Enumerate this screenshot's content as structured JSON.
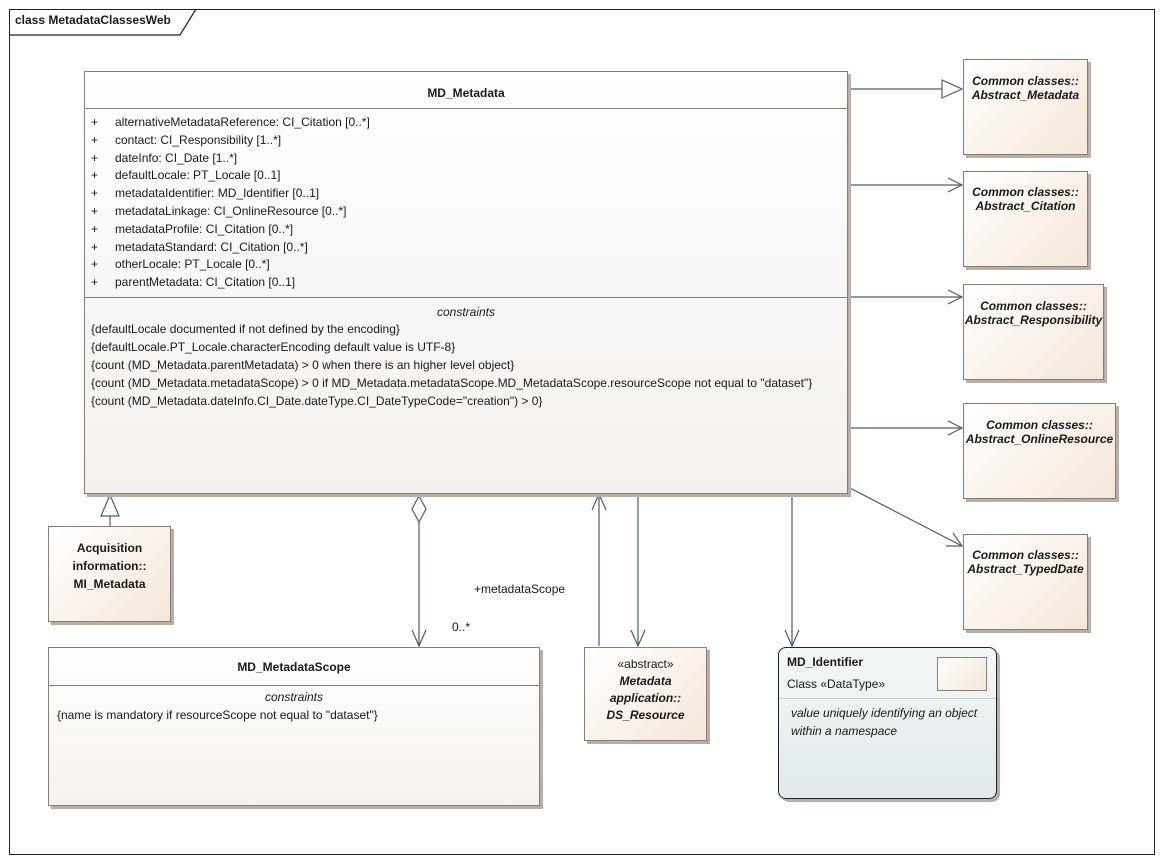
{
  "frame": {
    "label": "class MetadataClassesWeb"
  },
  "md_metadata": {
    "name": "MD_Metadata",
    "attributes": [
      "alternativeMetadataReference: CI_Citation [0..*]",
      "contact: CI_Responsibility [1..*]",
      "dateInfo: CI_Date [1..*]",
      "defaultLocale: PT_Locale [0..1]",
      "metadataIdentifier: MD_Identifier [0..1]",
      "metadataLinkage: CI_OnlineResource [0..*]",
      "metadataProfile: CI_Citation [0..*]",
      "metadataStandard: CI_Citation [0..*]",
      "otherLocale: PT_Locale [0..*]",
      "parentMetadata: CI_Citation [0..1]"
    ],
    "visibility": "+",
    "constraints_heading": "constraints",
    "constraints": [
      "{defaultLocale documented if not defined by the encoding}",
      "{defaultLocale.PT_Locale.characterEncoding default value is UTF-8}",
      "{count (MD_Metadata.parentMetadata) > 0 when there is an higher level object}",
      "{count (MD_Metadata.metadataScope) > 0 if MD_Metadata.metadataScope.MD_MetadataScope.resourceScope not equal to \"dataset\"}",
      "{count (MD_Metadata.dateInfo.CI_Date.dateType.CI_DateTypeCode=\"creation\") > 0}"
    ]
  },
  "common_classes": [
    {
      "line1": "Common classes::",
      "line2": "Abstract_Metadata"
    },
    {
      "line1": "Common classes::",
      "line2": "Abstract_Citation"
    },
    {
      "line1": "Common classes::",
      "line2": "Abstract_Responsibility"
    },
    {
      "line1": "Common classes::",
      "line2": "Abstract_OnlineResource"
    },
    {
      "line1": "Common classes::",
      "line2": "Abstract_TypedDate"
    }
  ],
  "mi_metadata": {
    "line1": "Acquisition",
    "line2": "information::",
    "line3": "MI_Metadata"
  },
  "md_metadatascope": {
    "name": "MD_MetadataScope",
    "constraints_heading": "constraints",
    "constraint": "{name is mandatory if resourceScope not equal to \"dataset\"}"
  },
  "ds_resource": {
    "stereotype": "«abstract»",
    "line1": "Metadata",
    "line2": "application::",
    "line3": "DS_Resource"
  },
  "md_identifier": {
    "name": "MD_Identifier",
    "kind": "Class «DataType»",
    "note_line1": "value uniquely identifying an object",
    "note_line2": "within a namespace"
  },
  "association": {
    "role": "+metadataScope",
    "multiplicity": "0..*"
  },
  "colors": {
    "stroke": "#4f5b6e",
    "border": "#8a7d72"
  }
}
